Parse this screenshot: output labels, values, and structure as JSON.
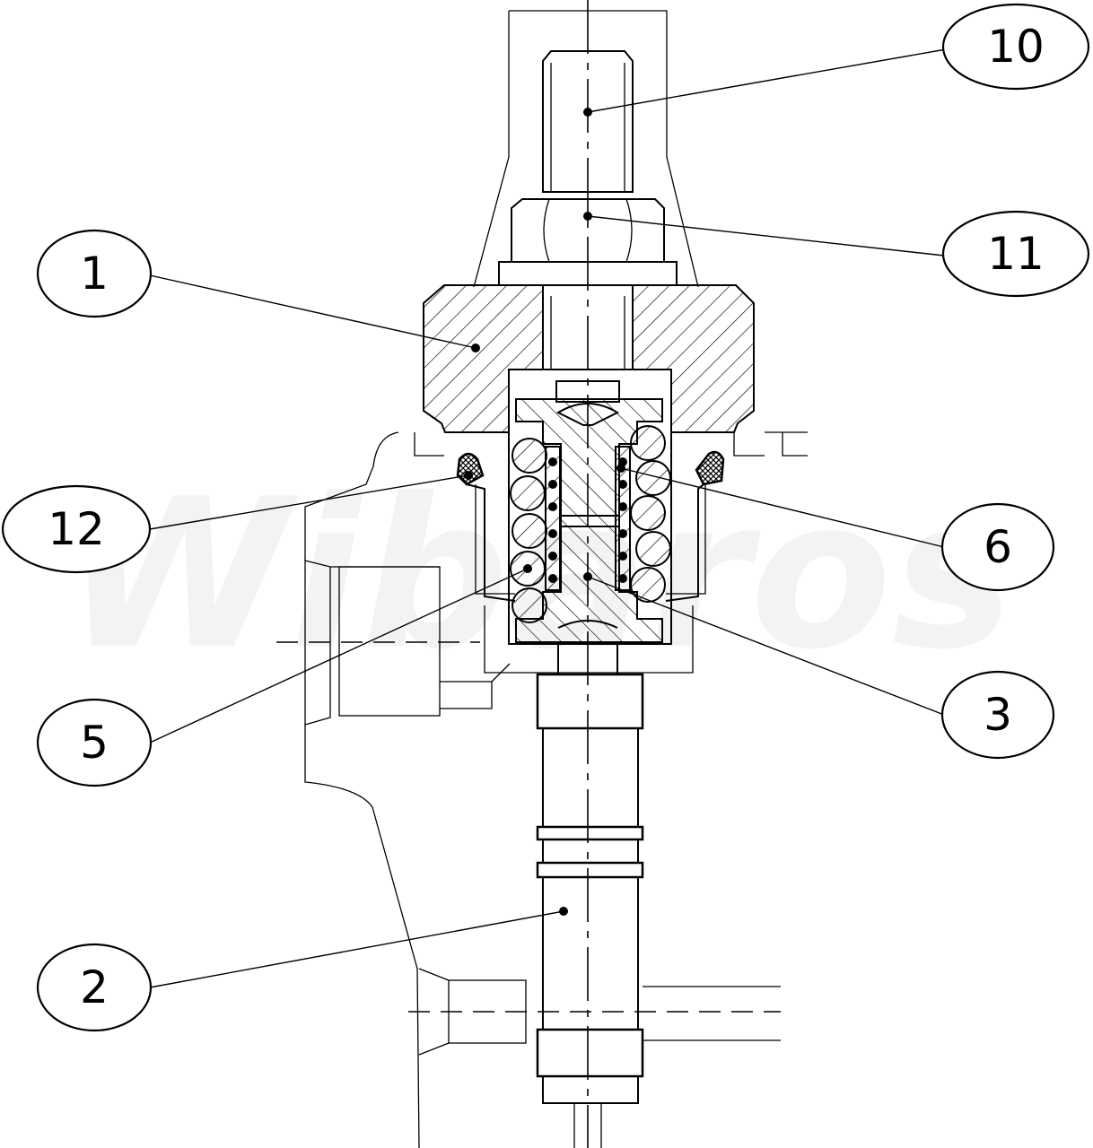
{
  "callouts": [
    {
      "id": "10",
      "label": "10"
    },
    {
      "id": "11",
      "label": "11"
    },
    {
      "id": "1",
      "label": "1"
    },
    {
      "id": "12",
      "label": "12"
    },
    {
      "id": "6",
      "label": "6"
    },
    {
      "id": "5",
      "label": "5"
    },
    {
      "id": "3",
      "label": "3"
    },
    {
      "id": "2",
      "label": "2"
    }
  ],
  "watermark": "Wibaros",
  "colors": {
    "ink": "#000000",
    "paper": "#ffffff"
  }
}
